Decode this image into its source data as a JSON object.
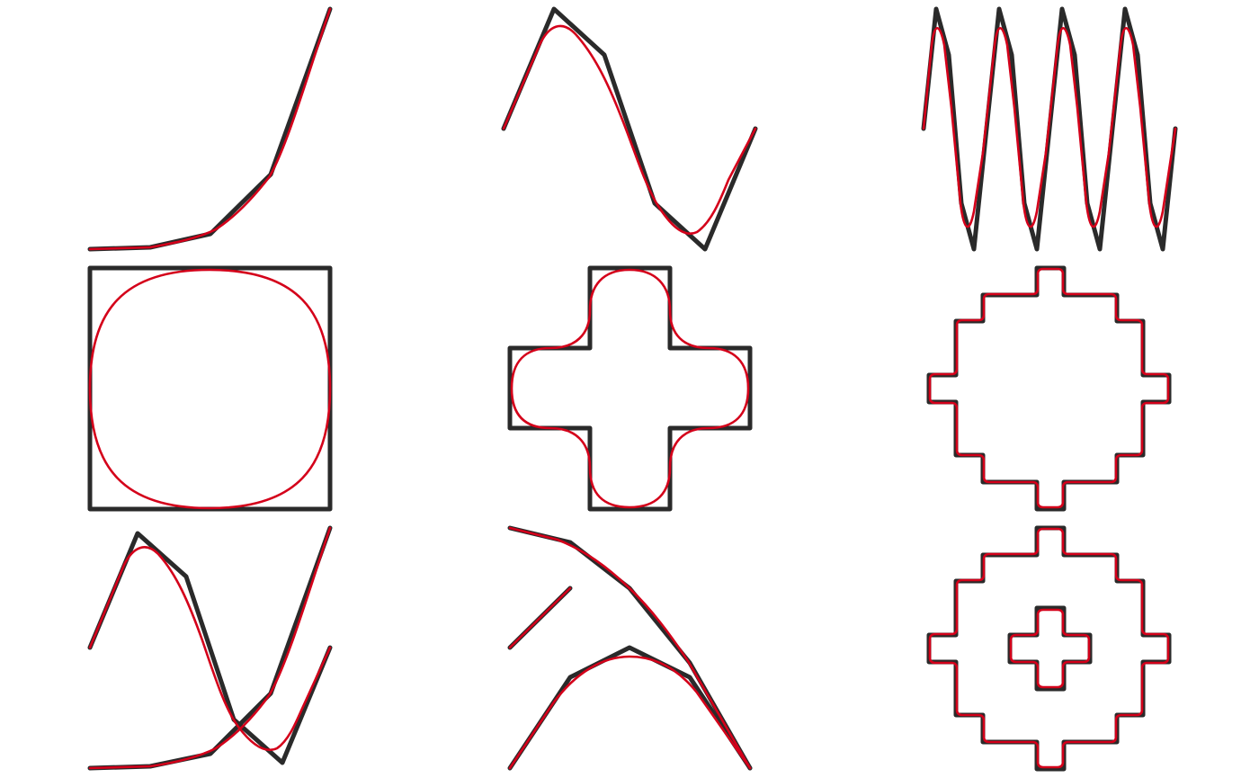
{
  "colors": {
    "background": "#ffffff",
    "control_polygon": "#2a2a2a",
    "smoothed_curve": "#d4001a"
  },
  "panels": [
    {
      "name": "exponential-curve",
      "kind": "open"
    },
    {
      "name": "sine-curve",
      "kind": "open"
    },
    {
      "name": "zigzag-wave",
      "kind": "open"
    },
    {
      "name": "square",
      "kind": "closed"
    },
    {
      "name": "plus-shape",
      "kind": "closed"
    },
    {
      "name": "stepped-octagon",
      "kind": "closed"
    },
    {
      "name": "overlapping-curves",
      "kind": "open"
    },
    {
      "name": "broken-curves",
      "kind": "open"
    },
    {
      "name": "stepped-octagon-with-hole",
      "kind": "closed"
    }
  ]
}
